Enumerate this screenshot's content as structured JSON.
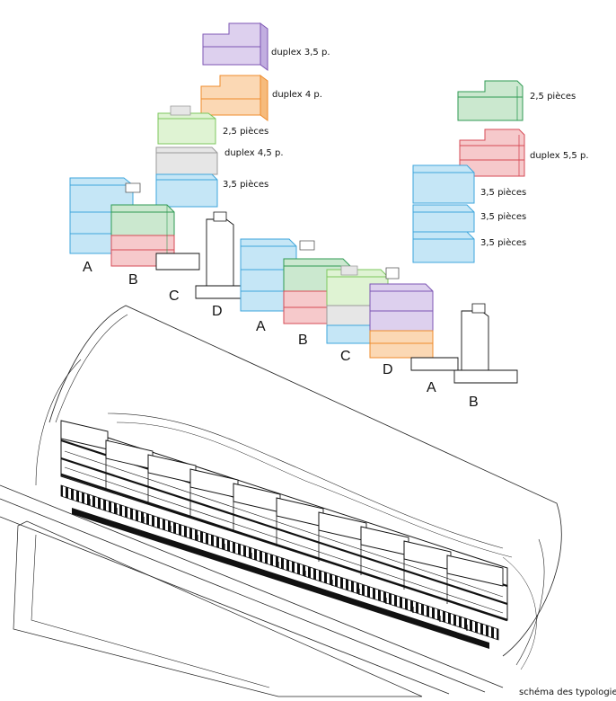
{
  "caption": "schéma des typologies",
  "labels": {
    "duplex35": "duplex 3,5 p.",
    "duplex4": "duplex 4 p.",
    "p25_left": "2,5 pièces",
    "duplex45": "duplex 4,5 p.",
    "p35_left": "3,5 pièces",
    "p25_right": "2,5 pièces",
    "duplex55": "duplex 5,5 p.",
    "p35_r1": "3,5 pièces",
    "p35_r2": "3,5 pièces",
    "p35_r3": "3,5 pièces"
  },
  "letters": {
    "a1": "A",
    "b1": "B",
    "c1": "C",
    "d1": "D",
    "a2": "A",
    "b2": "B",
    "c2": "C",
    "d2": "D",
    "a3": "A",
    "b3": "B"
  },
  "colors": {
    "blue": "#c5e6f6",
    "blue_edge": "#3ea6dc",
    "green": "#cbe8cf",
    "green_edge": "#2f9a53",
    "red": "#f6c9cb",
    "red_edge": "#d64a55",
    "orange": "#fbd8b4",
    "orange_edge": "#ef8b2b",
    "purple": "#ddd0ee",
    "purple_edge": "#7d56b4",
    "lightgreen": "#dff3d3",
    "lightgreen_edge": "#7cc75e",
    "grey": "#e6e6e6",
    "grey_edge": "#9a9a9a"
  }
}
